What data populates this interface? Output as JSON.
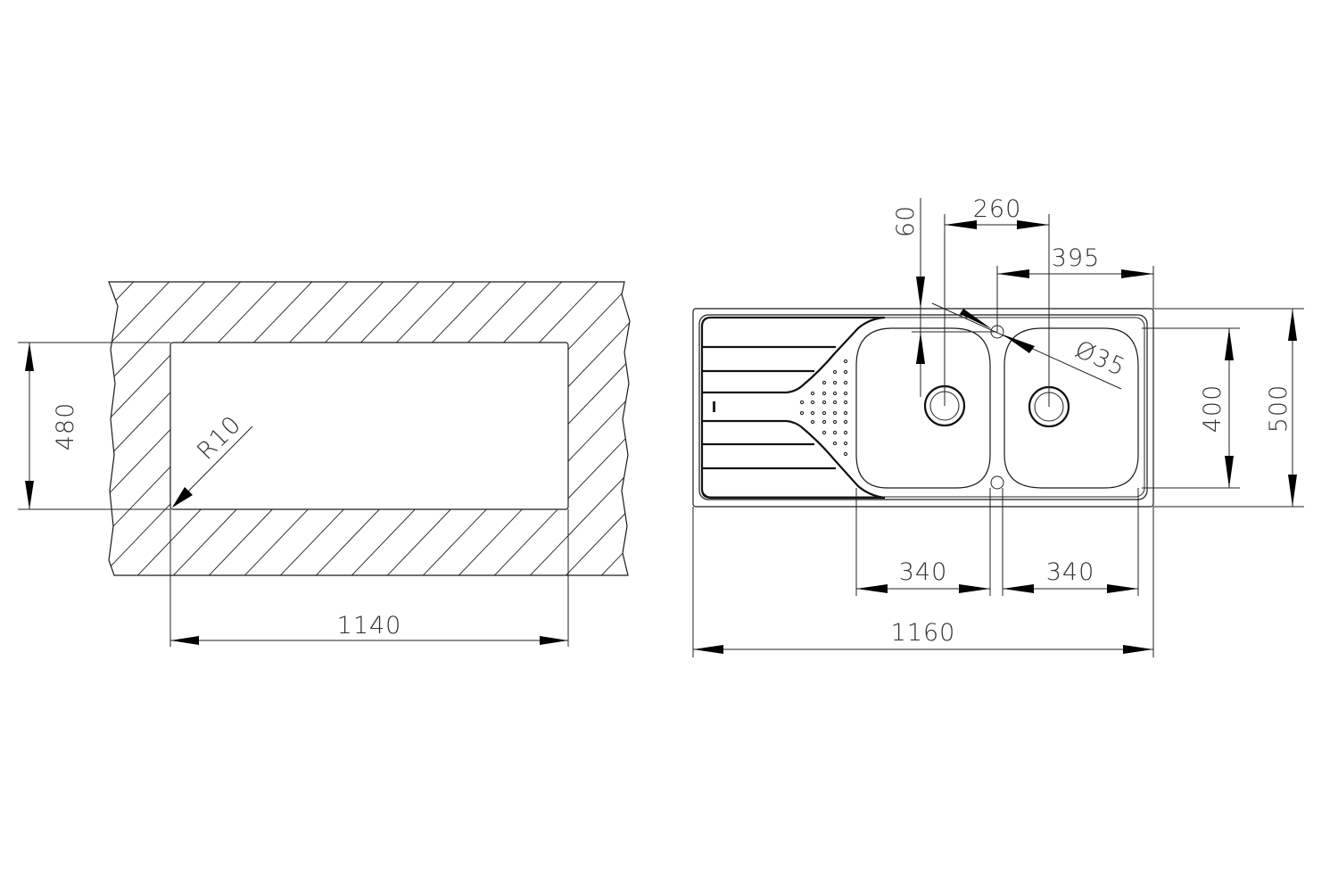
{
  "drawing": {
    "left_view": {
      "name": "countertop-cutout",
      "width_label": "1140",
      "height_label": "480",
      "radius_label": "R10"
    },
    "right_view": {
      "name": "sink-top-view",
      "overall_width_label": "1160",
      "overall_depth_label": "500",
      "bowl_depth_label": "400",
      "bowl_left_width_label": "340",
      "bowl_right_width_label": "340",
      "drain_spacing_label": "260",
      "tap_to_edge_label": "395",
      "tap_offset_label": "60",
      "tap_hole_label": "Ø35"
    },
    "colors": {
      "line": "#1a1a1a",
      "background": "#ffffff"
    }
  }
}
